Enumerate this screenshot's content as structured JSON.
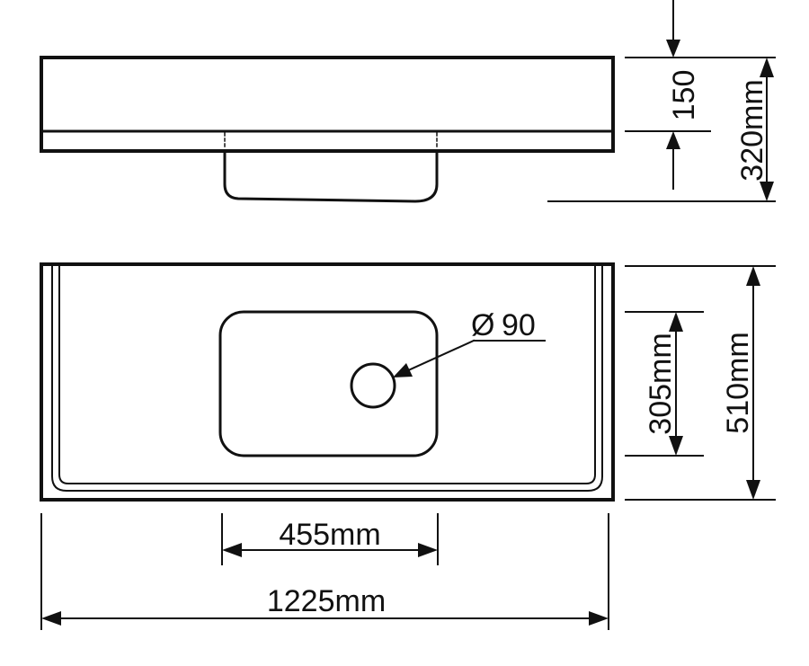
{
  "dimensions": {
    "depth_top": "150",
    "height_total": "320mm",
    "diameter_symbol": "Ø",
    "diameter_value": "90",
    "basin_depth": "305mm",
    "total_depth": "510mm",
    "basin_width": "455mm",
    "total_width": "1225mm"
  },
  "colors": {
    "line": "#111111",
    "background": "#ffffff"
  }
}
